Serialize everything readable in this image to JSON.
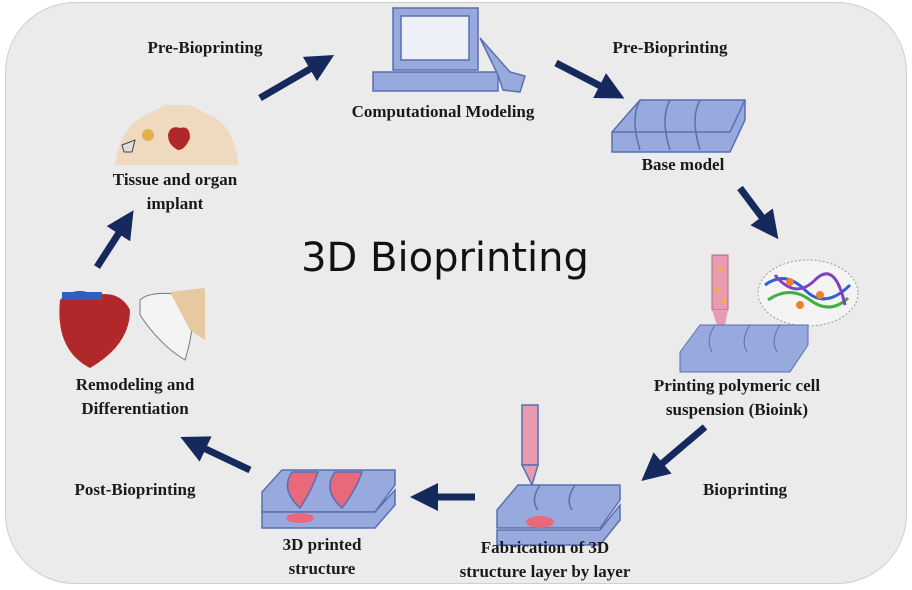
{
  "title": "3D Bioprinting",
  "phases": {
    "pre_left": "Pre-Bioprinting",
    "pre_right": "Pre-Bioprinting",
    "bioprinting": "Bioprinting",
    "post": "Post-Bioprinting"
  },
  "steps": {
    "computational": "Computational Modeling",
    "base_model": "Base model",
    "bioink": [
      "Printing polymeric cell",
      "suspension (Bioink)"
    ],
    "fabrication": [
      "Fabrication of 3D",
      "structure layer by layer"
    ],
    "printed": [
      "3D printed",
      "structure"
    ],
    "remodeling": [
      "Remodeling and",
      "Differentiation"
    ],
    "implant": [
      "Tissue and organ",
      "implant"
    ]
  },
  "colors": {
    "arrow": "#15295c",
    "blue": "#98a9dd",
    "pink": "#e86a7a",
    "background": "#ebebeb"
  }
}
